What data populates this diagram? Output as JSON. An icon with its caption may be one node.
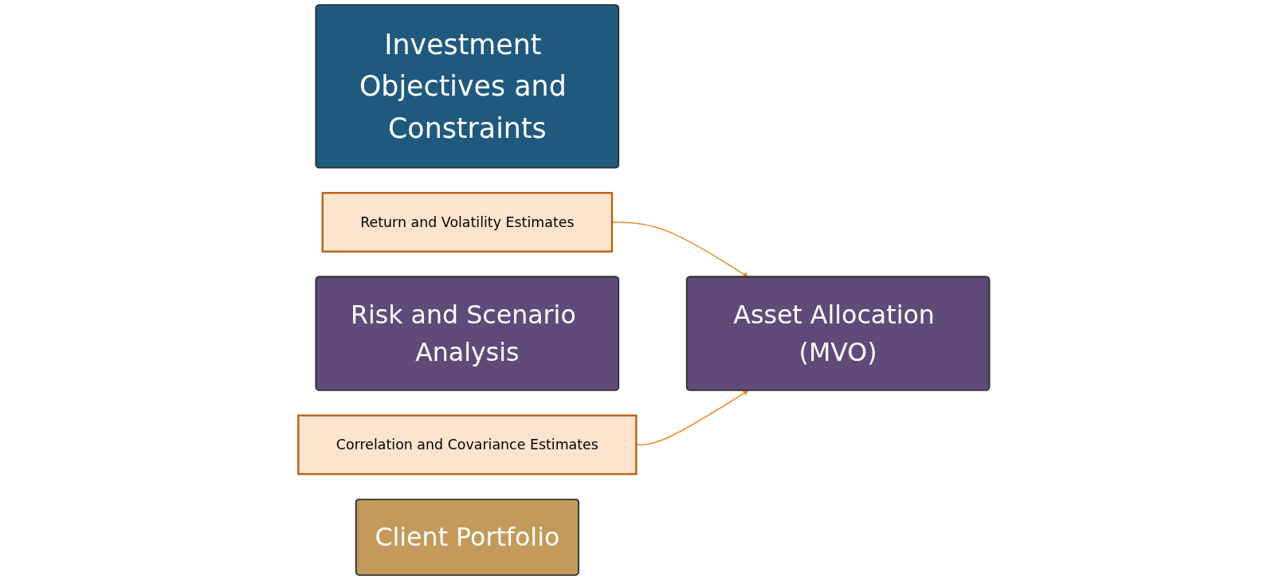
{
  "diagram": {
    "nodes": [
      {
        "text": [
          "Investment Objectives and Constraints"
        ]
      },
      {
        "text": [
          "Return and Volatility Estimates"
        ]
      },
      {
        "text": [
          "Asset Allocation (MVO)"
        ]
      },
      {
        "text": [
          "Risk and Scenario Analysis"
        ]
      },
      {
        "text": [
          "Correlation and Covariance Estimates"
        ]
      },
      {
        "text": [
          "Client Portfolio"
        ]
      }
    ],
    "edges": [
      {
        "from": 1,
        "to": 2,
        "arrow": "to"
      },
      {
        "from": 4,
        "to": 2,
        "arrow": "to"
      }
    ]
  }
}
